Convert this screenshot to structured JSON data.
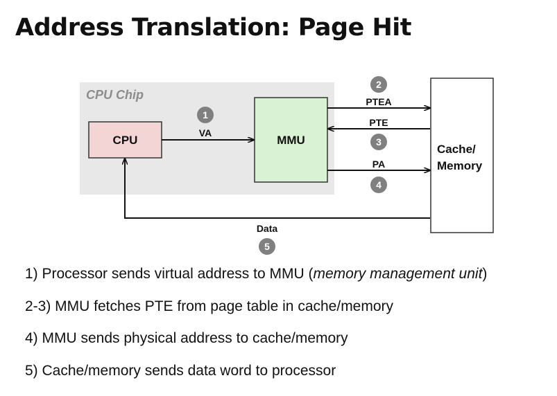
{
  "title": "Address Translation: Page Hit",
  "diagram": {
    "chip_label": "CPU Chip",
    "cpu_label": "CPU",
    "mmu_label": "MMU",
    "memory_label_line1": "Cache/",
    "memory_label_line2": "Memory",
    "arrows": {
      "va": "VA",
      "ptea": "PTEA",
      "pte": "PTE",
      "pa": "PA",
      "data": "Data"
    },
    "step_markers": [
      "1",
      "2",
      "3",
      "4",
      "5"
    ],
    "colors": {
      "chip_bg": "#e8e8e8",
      "cpu_fill": "#f4d5d6",
      "mmu_fill": "#d9f2d3",
      "memory_fill": "#ffffff",
      "marker_fill": "#808080"
    }
  },
  "steps": [
    {
      "text": "1) Processor sends virtual address to MMU (",
      "italic": "memory management unit",
      "after": ")"
    },
    {
      "text": "2-3) MMU fetches PTE from page table in cache/memory"
    },
    {
      "text": "4) MMU sends physical address to cache/memory"
    },
    {
      "text": "5) Cache/memory sends data word to processor"
    }
  ]
}
